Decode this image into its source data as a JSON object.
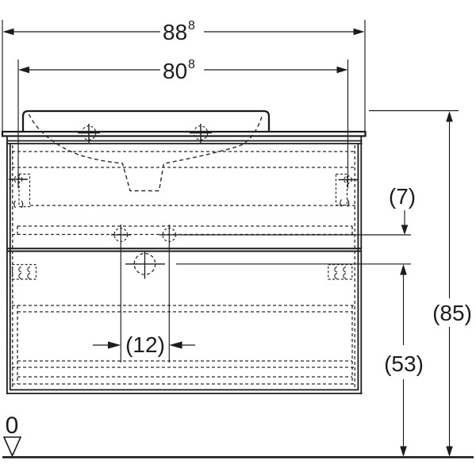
{
  "labels": {
    "overall_width_main": "88",
    "overall_width_sup": "8",
    "fixing_width_main": "80",
    "fixing_width_sup": "8",
    "total_height": "(85)",
    "connection_offset": "(7)",
    "siphon_height": "(53)",
    "connection_spacing": "(12)",
    "datum_zero": "0"
  },
  "colors": {
    "line": "#1c1c1c",
    "background": "#ffffff"
  }
}
